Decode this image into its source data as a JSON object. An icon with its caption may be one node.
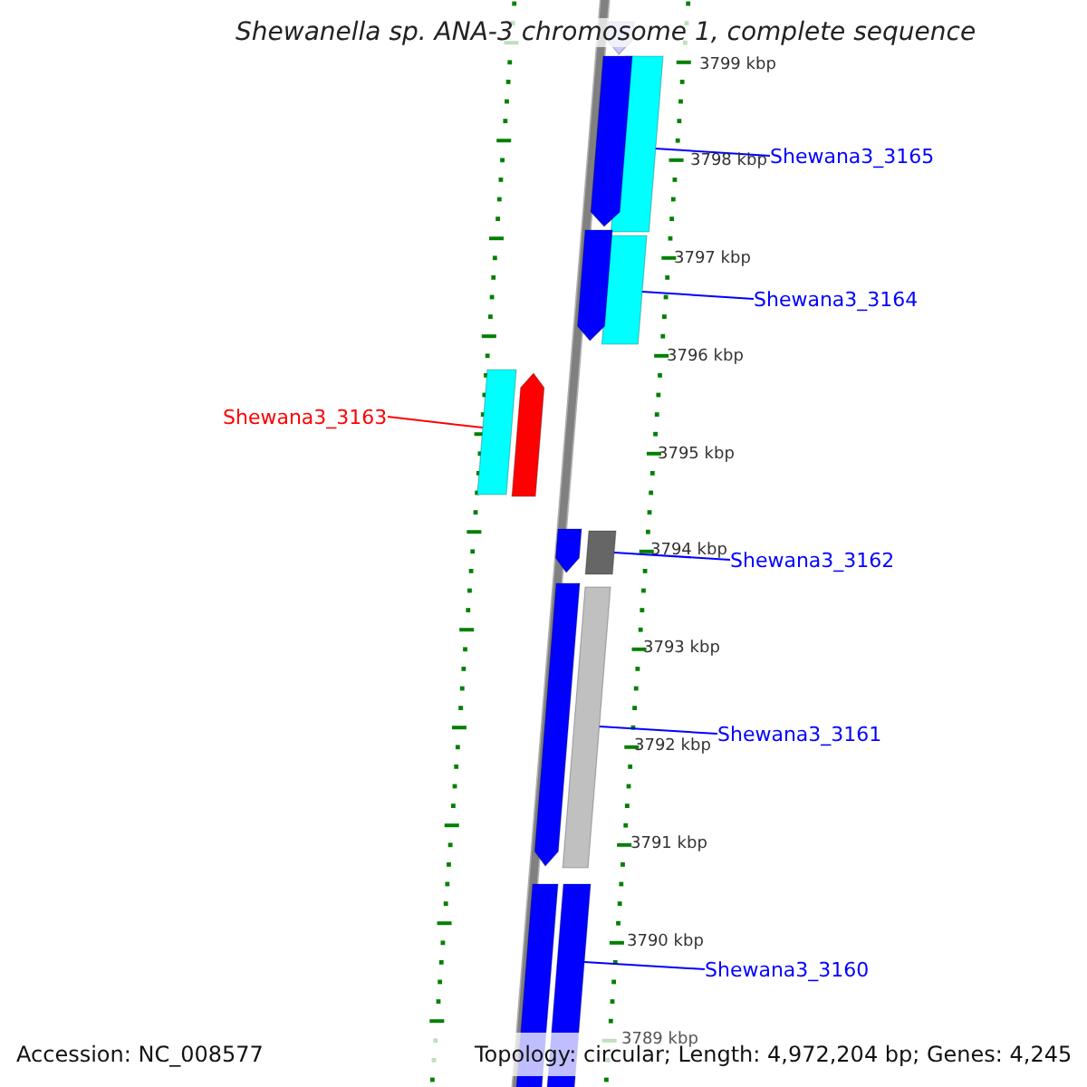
{
  "diagram": {
    "title": "Shewanella sp. ANA-3 chromosome 1, complete sequence",
    "nodes": [
      {
        "text": [
          "Shewana3_3165"
        ]
      },
      {
        "text": [
          "Shewana3_3164"
        ]
      },
      {
        "text": [
          "Shewana3_3163"
        ]
      },
      {
        "text": [
          "Shewana3_3162"
        ]
      },
      {
        "text": [
          "Shewana3_3161"
        ]
      },
      {
        "text": [
          "Shewana3_3160"
        ]
      },
      {
        "text": [],
        "shape": "bar"
      },
      {
        "text": [],
        "shape": "bar"
      },
      {
        "text": [],
        "shape": "bar"
      },
      {
        "text": [],
        "shape": "bar"
      },
      {
        "text": [],
        "shape": "bar"
      },
      {
        "text": [],
        "shape": "bar"
      },
      {
        "text": [],
        "shape": "arrow"
      },
      {
        "text": [],
        "shape": "arrow"
      },
      {
        "text": [],
        "shape": "arrow"
      },
      {
        "text": [],
        "shape": "arrow"
      },
      {
        "text": [],
        "shape": "arrow"
      },
      {
        "text": [],
        "shape": "arrow"
      },
      {
        "text": [],
        "shape": "bar"
      }
    ],
    "edges": [
      {
        "from": 0,
        "to": 6,
        "arrow": "none"
      },
      {
        "from": 1,
        "to": 7,
        "arrow": "none"
      },
      {
        "from": 2,
        "to": 8,
        "arrow": "none",
        "color": "#ff0000"
      },
      {
        "from": 3,
        "to": 9,
        "arrow": "none"
      },
      {
        "from": 4,
        "to": 10,
        "arrow": "none"
      },
      {
        "from": 5,
        "to": 11,
        "arrow": "none"
      }
    ],
    "labels": [
      "3799 kbp",
      "3798 kbp",
      "3797 kbp",
      "3796 kbp",
      "3795 kbp",
      "3794 kbp",
      "3793 kbp",
      "3792 kbp",
      "3791 kbp",
      "3790 kbp",
      "3789 kbp",
      "Accession: NC_008577",
      "Topology: circular; Length: 4,972,204 bp; Genes: 4,245"
    ]
  }
}
